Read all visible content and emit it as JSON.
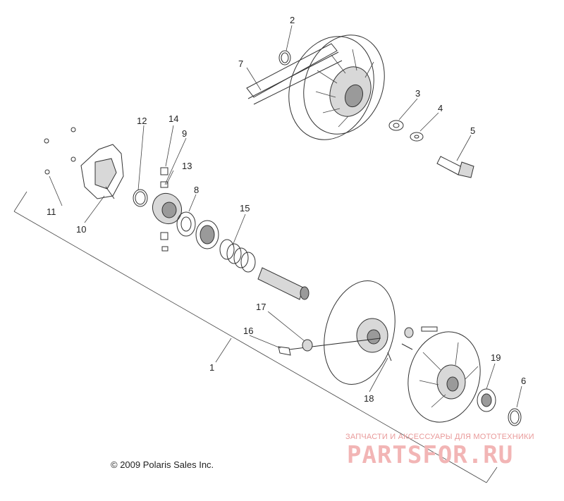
{
  "callouts": [
    {
      "id": "c1",
      "label": "1"
    },
    {
      "id": "c2",
      "label": "2"
    },
    {
      "id": "c3",
      "label": "3"
    },
    {
      "id": "c4",
      "label": "4"
    },
    {
      "id": "c5",
      "label": "5"
    },
    {
      "id": "c6",
      "label": "6"
    },
    {
      "id": "c7",
      "label": "7"
    },
    {
      "id": "c8",
      "label": "8"
    },
    {
      "id": "c9",
      "label": "9"
    },
    {
      "id": "c10",
      "label": "10"
    },
    {
      "id": "c11",
      "label": "11"
    },
    {
      "id": "c12",
      "label": "12"
    },
    {
      "id": "c13",
      "label": "13"
    },
    {
      "id": "c14",
      "label": "14"
    },
    {
      "id": "c15",
      "label": "15"
    },
    {
      "id": "c16",
      "label": "16"
    },
    {
      "id": "c17",
      "label": "17"
    },
    {
      "id": "c18",
      "label": "18"
    },
    {
      "id": "c19",
      "label": "19"
    }
  ],
  "copyright": "© 2009 Polaris Sales Inc.",
  "watermark": {
    "subtitle": "ЗАПЧАСТИ И АКСЕССУАРЫ ДЛЯ МОТОТЕХНИКИ",
    "logo": "PARTSFOR.RU",
    "color": "#f2b5b5"
  }
}
